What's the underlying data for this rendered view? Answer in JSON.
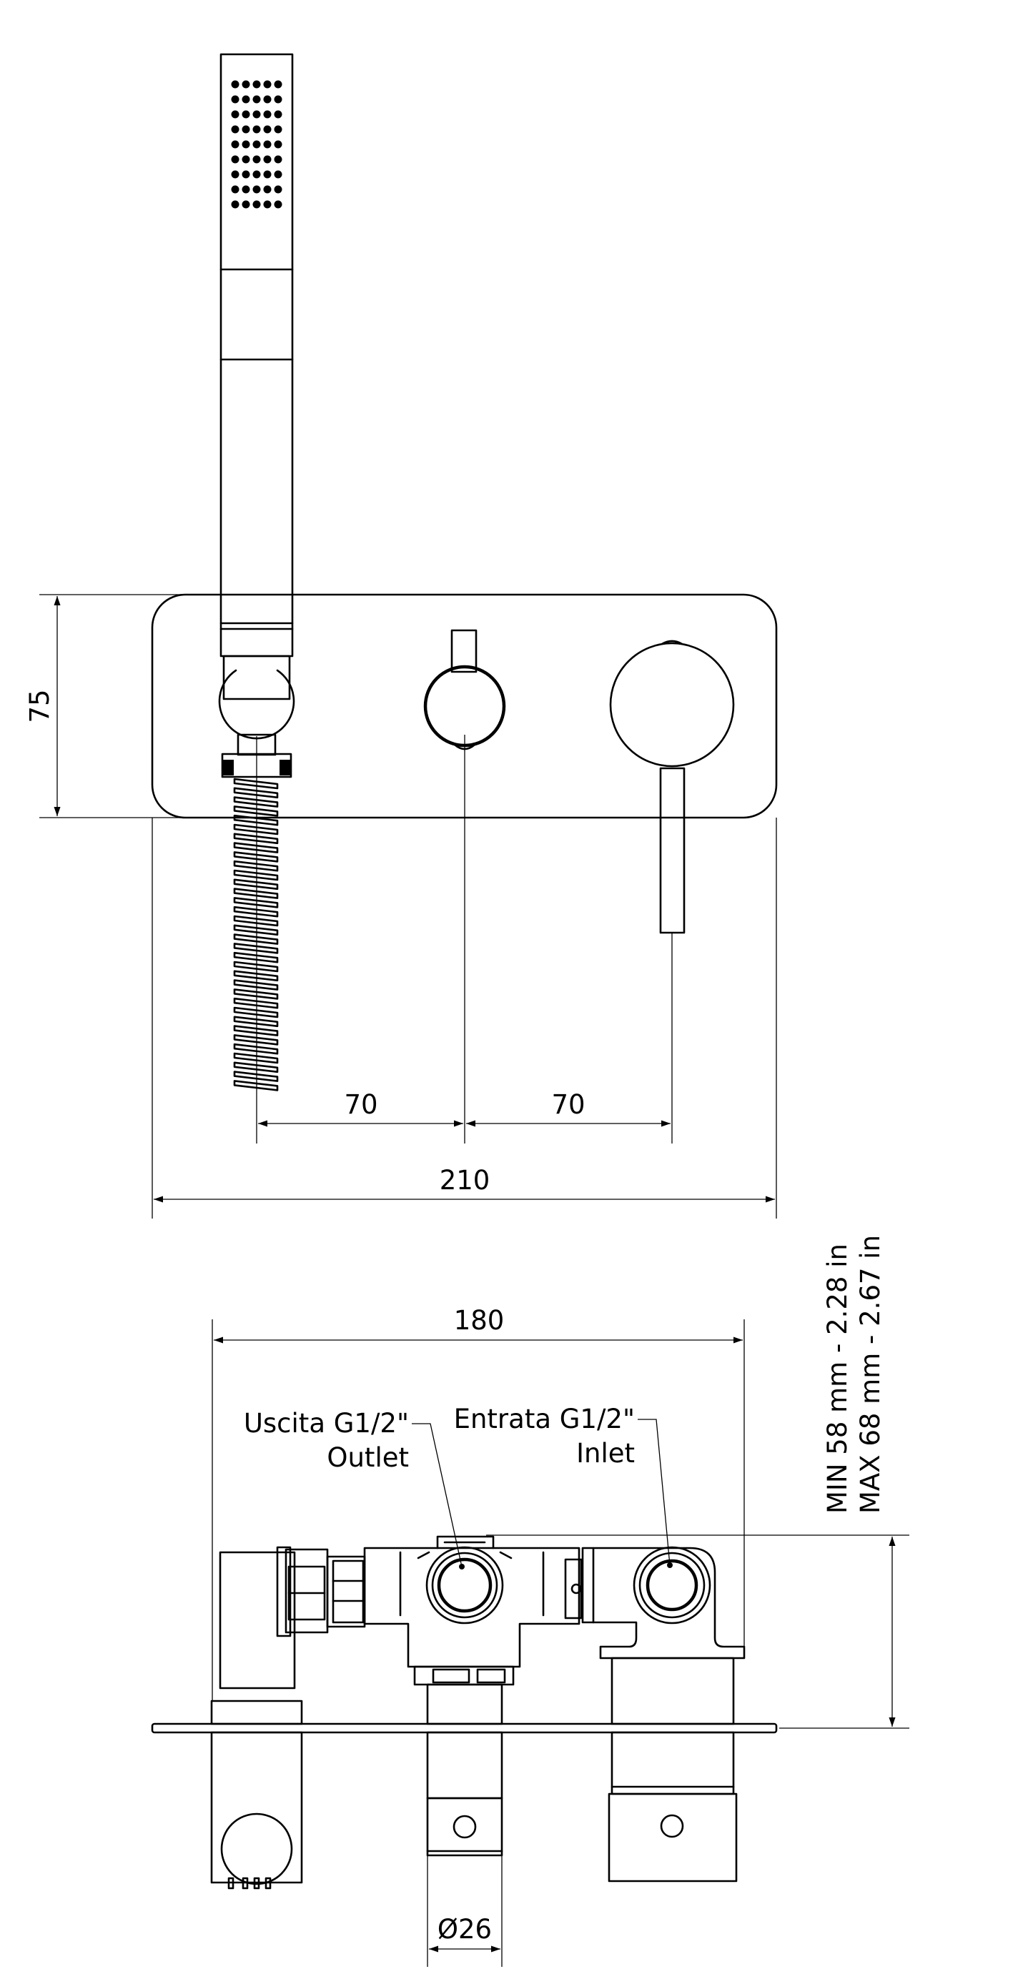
{
  "dimensions": {
    "front_height": "75",
    "spacing_left": "70",
    "spacing_right": "70",
    "front_width": "210",
    "body_width": "180",
    "depth_min": "MIN 58 mm - 2.28 in",
    "depth_max": "MAX 68 mm - 2.67 in",
    "diameter": "Ø26"
  },
  "labels": {
    "outlet_it": "Uscita G1/2\"",
    "outlet_en": "Outlet",
    "inlet_it": "Entrata G1/2\"",
    "inlet_en": "Inlet"
  }
}
